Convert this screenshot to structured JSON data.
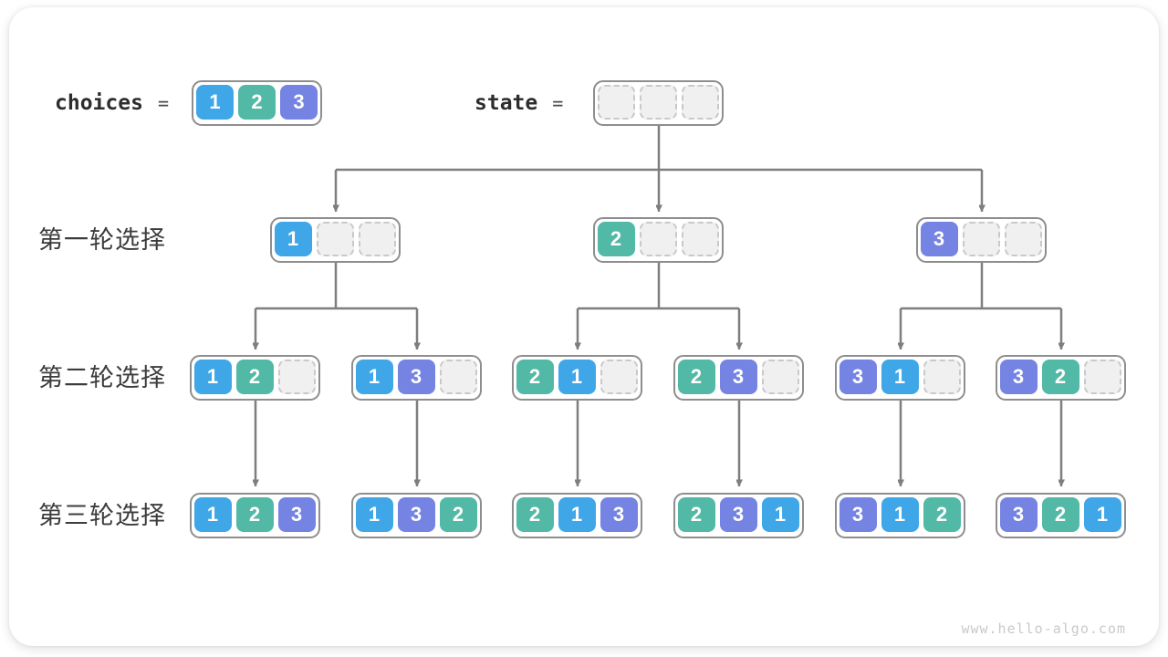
{
  "title_row": {
    "choices_label": "choices",
    "equals": "=",
    "choices_cells": [
      "1",
      "2",
      "3"
    ],
    "state_label": "state",
    "state_cells": [
      null,
      null,
      null
    ]
  },
  "round_rows": [
    {
      "label": "第一轮选择",
      "boxes": [
        [
          "1",
          null,
          null
        ],
        [
          "2",
          null,
          null
        ],
        [
          "3",
          null,
          null
        ]
      ]
    },
    {
      "label": "第二轮选择",
      "boxes": [
        [
          "1",
          "2",
          null
        ],
        [
          "1",
          "3",
          null
        ],
        [
          "2",
          "1",
          null
        ],
        [
          "2",
          "3",
          null
        ],
        [
          "3",
          "1",
          null
        ],
        [
          "3",
          "2",
          null
        ]
      ]
    },
    {
      "label": "第三轮选择",
      "boxes": [
        [
          "1",
          "2",
          "3"
        ],
        [
          "1",
          "3",
          "2"
        ],
        [
          "2",
          "1",
          "3"
        ],
        [
          "2",
          "3",
          "1"
        ],
        [
          "3",
          "1",
          "2"
        ],
        [
          "3",
          "2",
          "1"
        ]
      ]
    }
  ],
  "colors": {
    "1": "#3fa7e8",
    "2": "#52b9a6",
    "3": "#7583e2",
    "connector": "#7e7e7e",
    "box_border": "#8e8e8e",
    "empty_fill": "#f0f0f0"
  },
  "watermark": "www.hello-algo.com"
}
